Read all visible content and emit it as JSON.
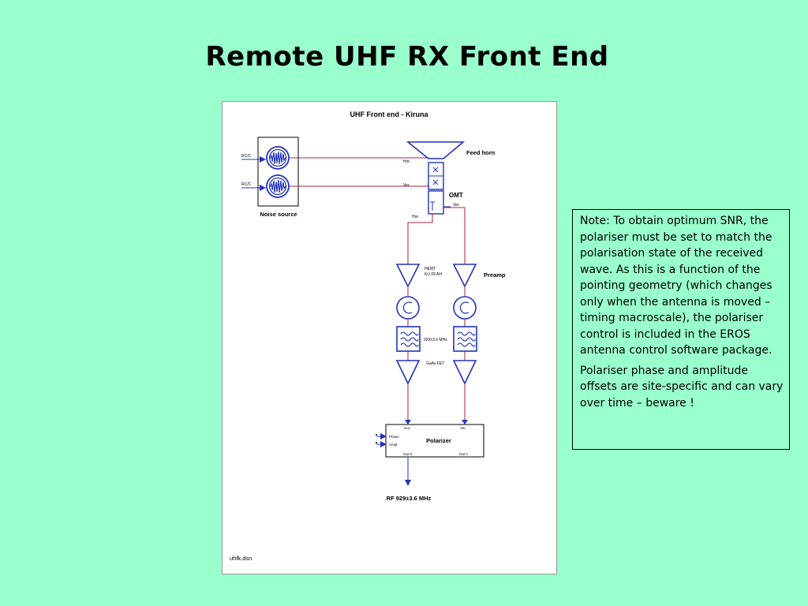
{
  "slide": {
    "title": "Remote UHF RX Front End"
  },
  "diagram": {
    "title": "UHF Front end  -  Kiruna",
    "feed_horn": "Feed horn",
    "omt": "OMT",
    "noise_source": "Noise source",
    "rc1": "RC/C",
    "rc2": "RC/C",
    "hor_in": "Hor.",
    "ver_in": "Ver.",
    "ver_out": "Ver.",
    "hor_out": "Hor.",
    "hemt1": "HEMT",
    "hemt2": "KU 09 AH",
    "preamp": "Preamp",
    "filter": "929±3.6 MHz",
    "gaas": "GaAs FET",
    "polarizer": "Polarizer",
    "pol_hor": "Hor.",
    "pol_ver": "Ver.",
    "pol_phase": "Phase",
    "pol_ampl": "Ampl.",
    "pol_outx": "Out X",
    "pol_outy": "Out Y",
    "rf_out": "RF 929±3.6 MHz",
    "filename": "uhfk.dsn",
    "colors": {
      "component": "#2233bb",
      "signal": "#aa2244"
    }
  },
  "note": {
    "paragraph1": "Note: To obtain optimum SNR, the polariser must be set to match the polarisation state of the received wave. As this is a function of the pointing geometry (which changes only when the antenna is moved – timing macroscale), the polariser control is included in the  EROS antenna control software package.",
    "paragraph2": "Polariser phase and amplitude offsets are site-specific and can vary over time – beware !"
  }
}
